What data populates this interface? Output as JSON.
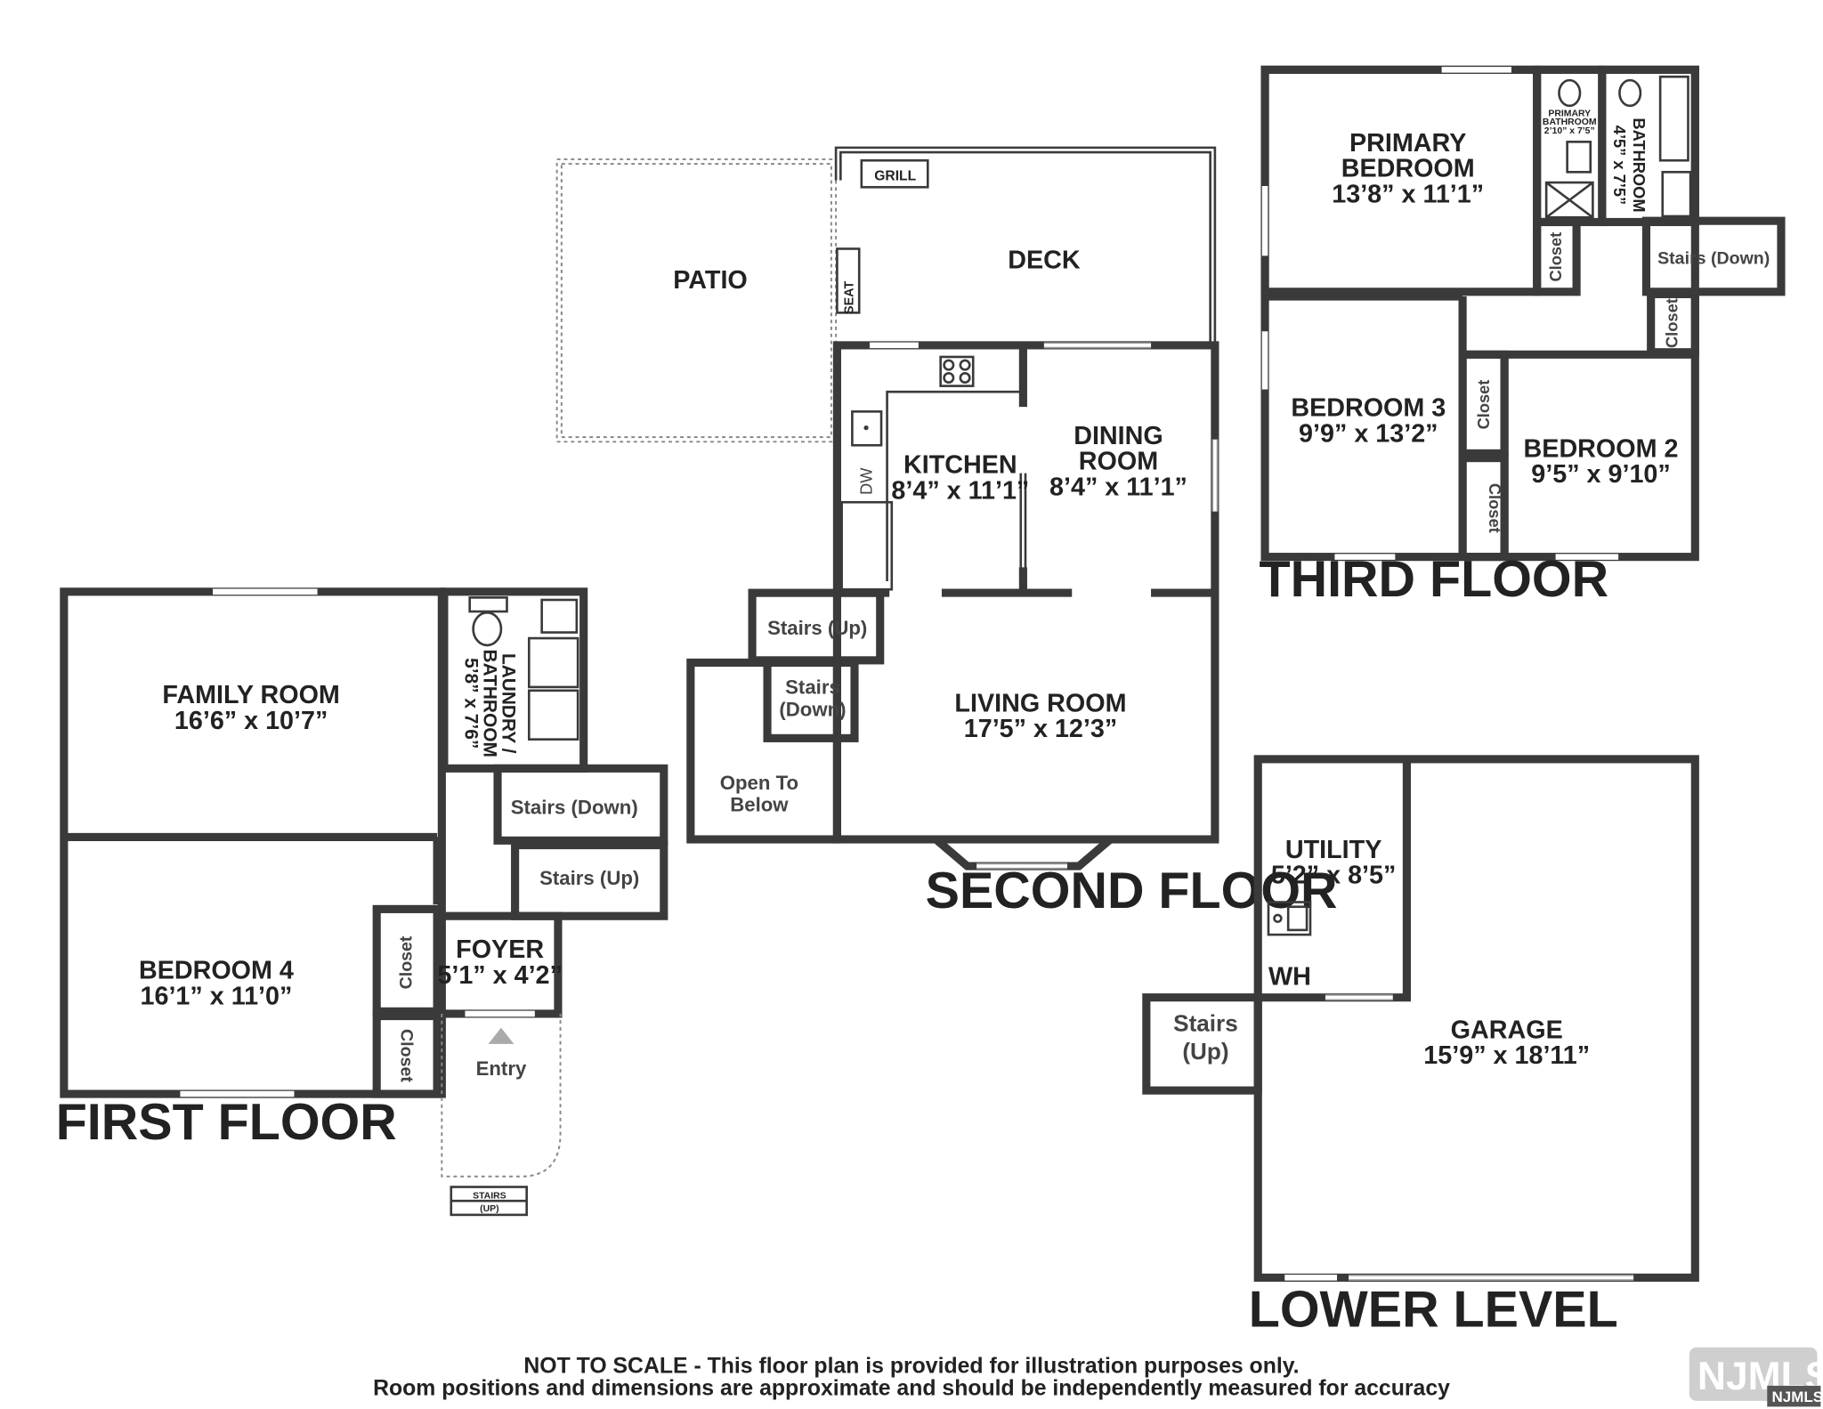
{
  "floors": {
    "first": "FIRST FLOOR",
    "second": "SECOND FLOOR",
    "third": "THIRD FLOOR",
    "lower": "LOWER LEVEL"
  },
  "first_floor": {
    "family_room": {
      "name": "FAMILY ROOM",
      "dims": "16’6” x 10’7”"
    },
    "laundry": {
      "name1": "LAUNDRY /",
      "name2": "BATHROOM",
      "dims": "5’8” x 7’6”"
    },
    "stairs_down": "Stairs (Down)",
    "stairs_up": "Stairs (Up)",
    "bedroom4": {
      "name": "BEDROOM 4",
      "dims": "16’1” x 11’0”"
    },
    "foyer": {
      "name": "FOYER",
      "dims": "5’1” x 4’2”"
    },
    "closet1": "Closet",
    "closet2": "Closet",
    "entry": "Entry",
    "stairs_outside1": "STAIRS",
    "stairs_outside2": "(UP)"
  },
  "second_floor": {
    "patio": "PATIO",
    "deck": "DECK",
    "grill": "GRILL",
    "seat": "SEAT",
    "kitchen": {
      "name": "KITCHEN",
      "dims": "8’4” x 11’1”"
    },
    "dining": {
      "name1": "DINING",
      "name2": "ROOM",
      "dims": "8’4” x 11’1”"
    },
    "dw": "DW",
    "stairs_up": "Stairs (Up)",
    "stairs_down1": "Stairs",
    "stairs_down2": "(Down)",
    "open_below1": "Open To",
    "open_below2": "Below",
    "living": {
      "name": "LIVING ROOM",
      "dims": "17’5” x 12’3”"
    }
  },
  "third_floor": {
    "primary": {
      "name1": "PRIMARY",
      "name2": "BEDROOM",
      "dims": "13’8” x 11’1”"
    },
    "primary_bath": {
      "name1": "PRIMARY",
      "name2": "BATHROOM",
      "dims": "2’10” x 7’5”"
    },
    "bathroom": {
      "name": "BATHROOM",
      "dims": "4’5” x 7’5”"
    },
    "closet1": "Closet",
    "closet2": "Closet",
    "closet3": "Closet",
    "closet4": "Closet",
    "stairs_down": "Stairs (Down)",
    "bedroom3": {
      "name": "BEDROOM 3",
      "dims": "9’9” x 13’2”"
    },
    "bedroom2": {
      "name": "BEDROOM 2",
      "dims": "9’5” x 9’10”"
    }
  },
  "lower_level": {
    "utility": {
      "name": "UTILITY",
      "dims": "5’2” x 8’5”"
    },
    "wh": "WH",
    "stairs_up1": "Stairs",
    "stairs_up2": "(Up)",
    "garage": {
      "name": "GARAGE",
      "dims": "15’9” x 18’11”"
    }
  },
  "footer": {
    "line1": "NOT TO SCALE - This floor plan is provided for illustration purposes only.",
    "line2": "Room positions and dimensions are approximate and should be independently measured for accuracy"
  },
  "logo": {
    "text": "NJMLS",
    "small": "NJMLS"
  }
}
